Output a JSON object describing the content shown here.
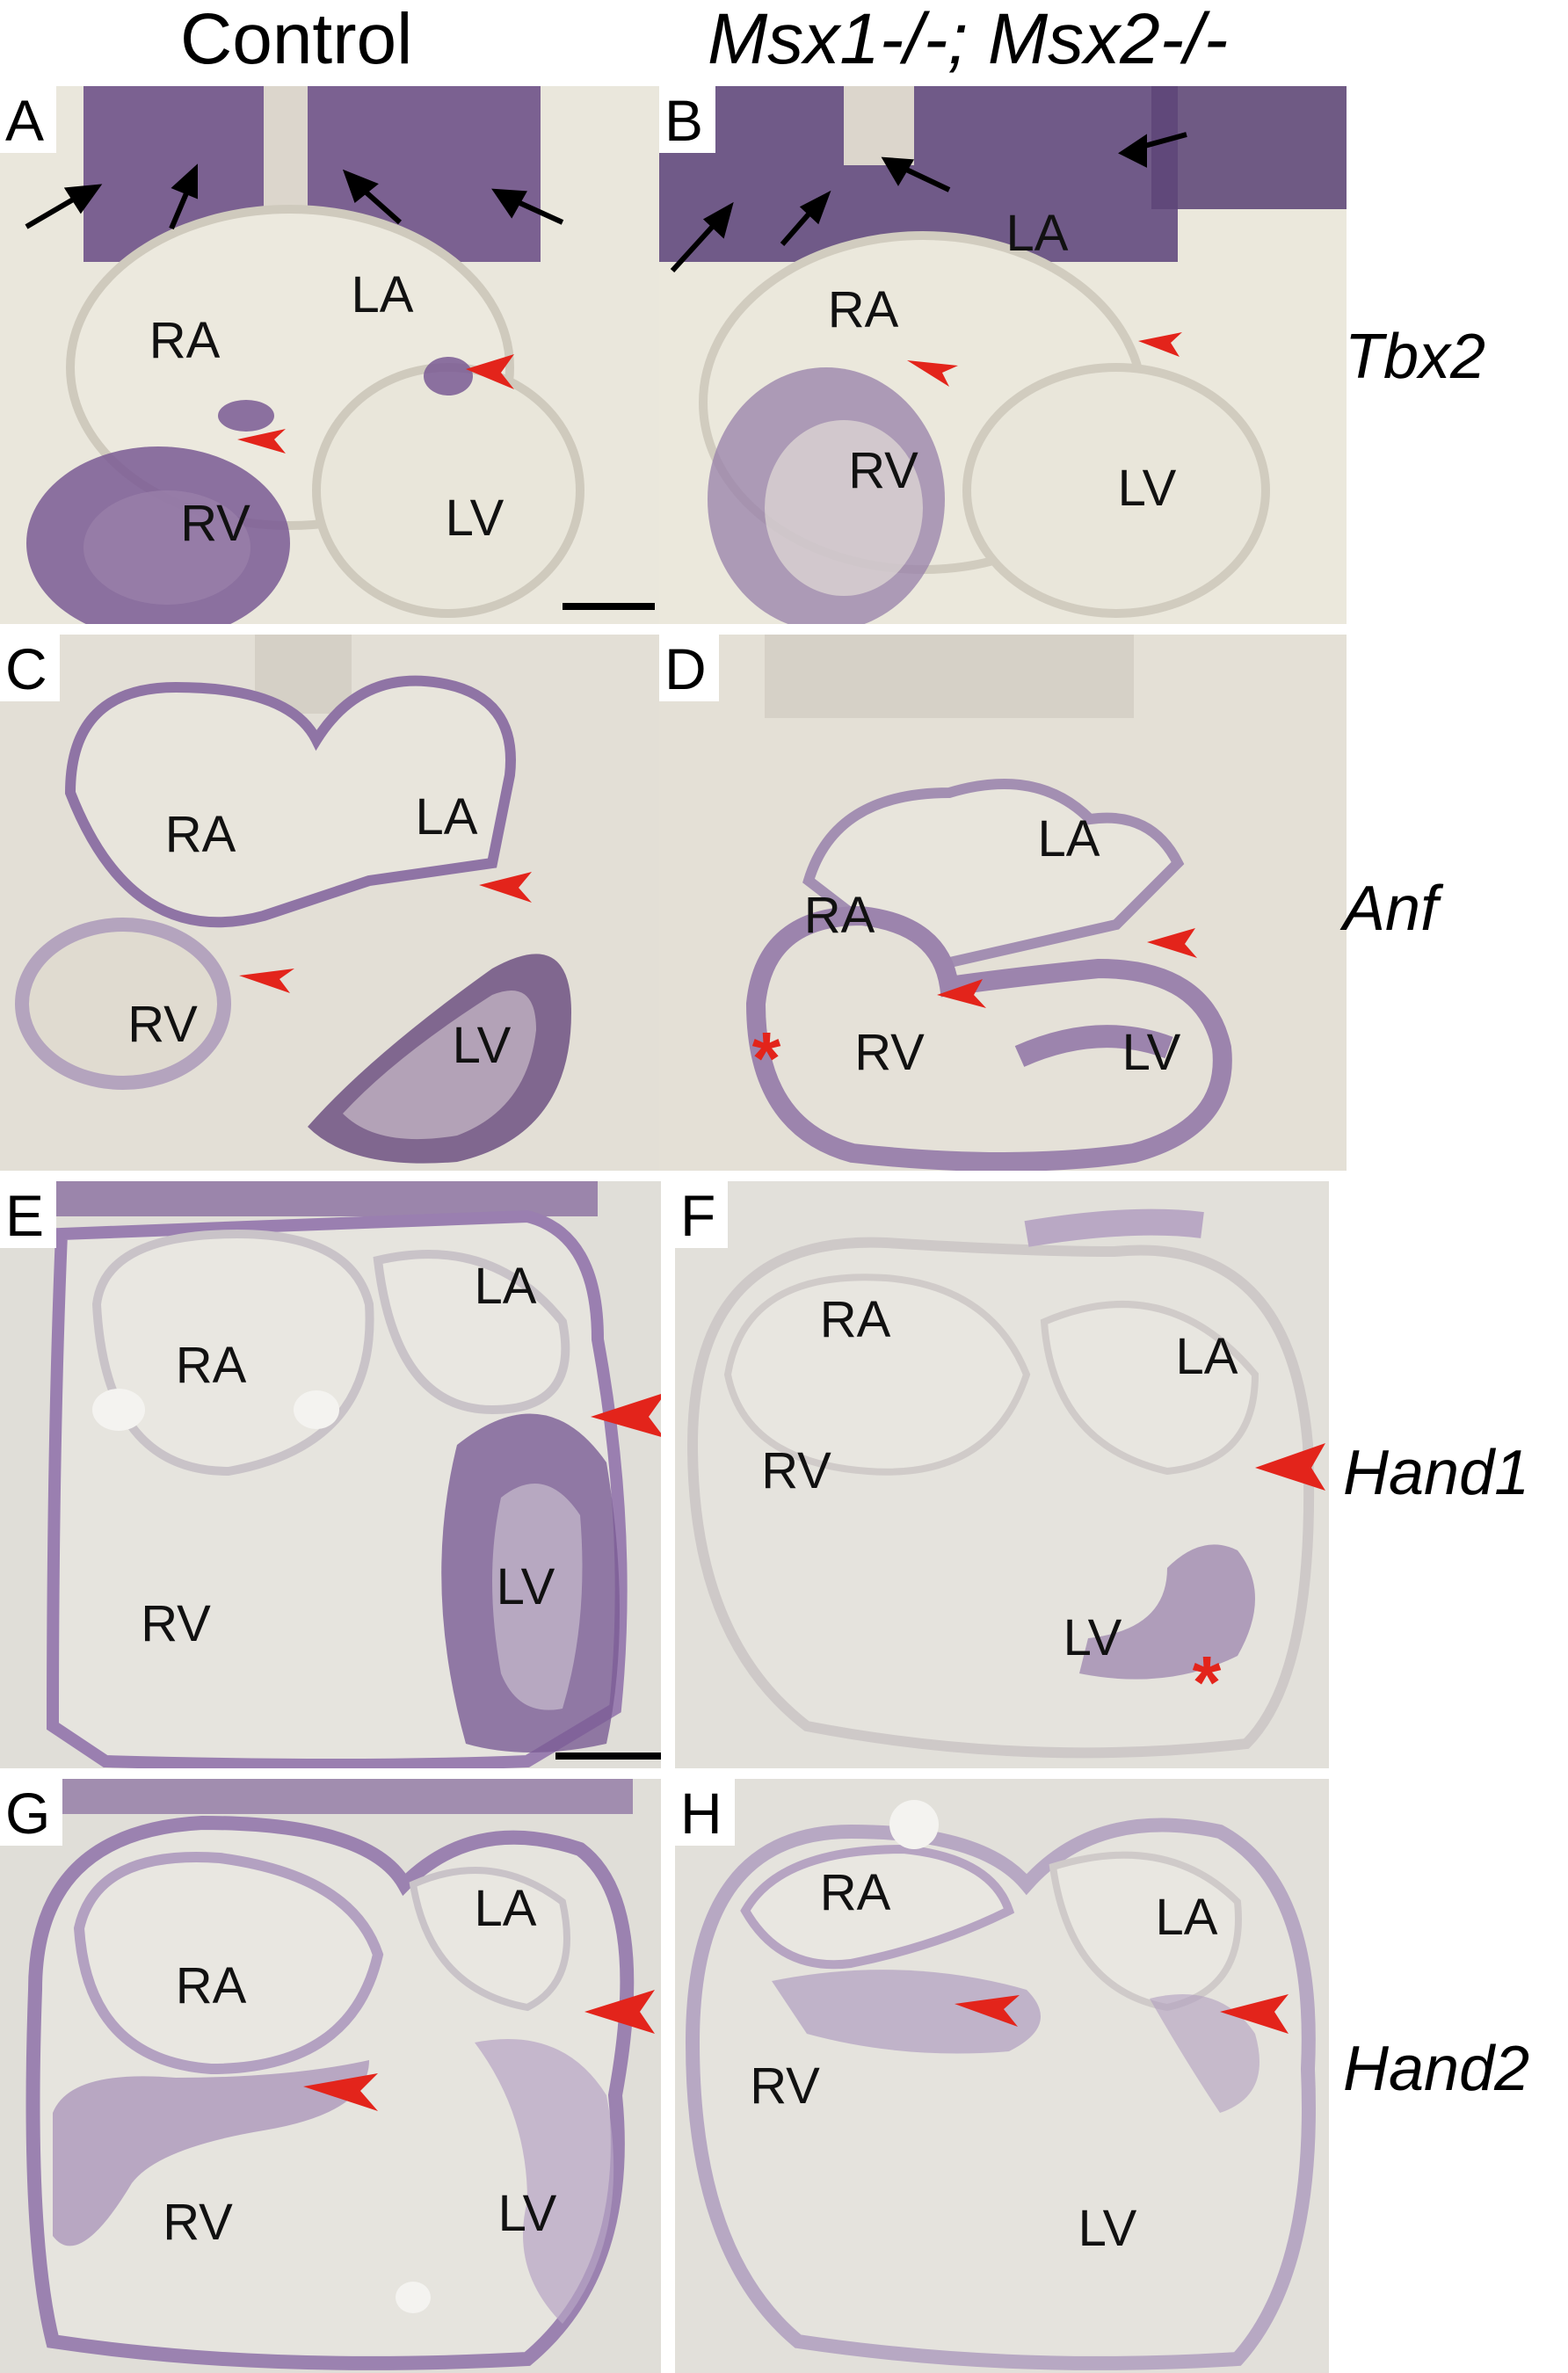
{
  "column_headers": {
    "control": "Control",
    "mutant": "Msx1-/-; Msx2-/-"
  },
  "genes": {
    "row1": "Tbx2",
    "row2": "Anf",
    "row3": "Hand1",
    "row4": "Hand2"
  },
  "panels": {
    "A": {
      "letter": "A",
      "labels": [
        "RA",
        "LA",
        "RV",
        "LV"
      ]
    },
    "B": {
      "letter": "B",
      "labels": [
        "RA",
        "LA",
        "RV",
        "LV"
      ]
    },
    "C": {
      "letter": "C",
      "labels": [
        "RA",
        "LA",
        "RV",
        "LV"
      ]
    },
    "D": {
      "letter": "D",
      "labels": [
        "RA",
        "LA",
        "RV",
        "LV"
      ],
      "asterisk": "*"
    },
    "E": {
      "letter": "E",
      "labels": [
        "RA",
        "LA",
        "RV",
        "LV"
      ]
    },
    "F": {
      "letter": "F",
      "labels": [
        "RA",
        "LA",
        "RV",
        "LV"
      ],
      "asterisk": "*"
    },
    "G": {
      "letter": "G",
      "labels": [
        "RA",
        "LA",
        "RV",
        "LV"
      ]
    },
    "H": {
      "letter": "H",
      "labels": [
        "RA",
        "LA",
        "RV",
        "LV"
      ]
    }
  },
  "colors": {
    "stain": "#6e4f8c",
    "arrowhead": "#e3241b",
    "arrow": "#000000"
  },
  "icons": [
    "red-arrowhead-icon",
    "black-arrow-icon",
    "scale-bar"
  ]
}
